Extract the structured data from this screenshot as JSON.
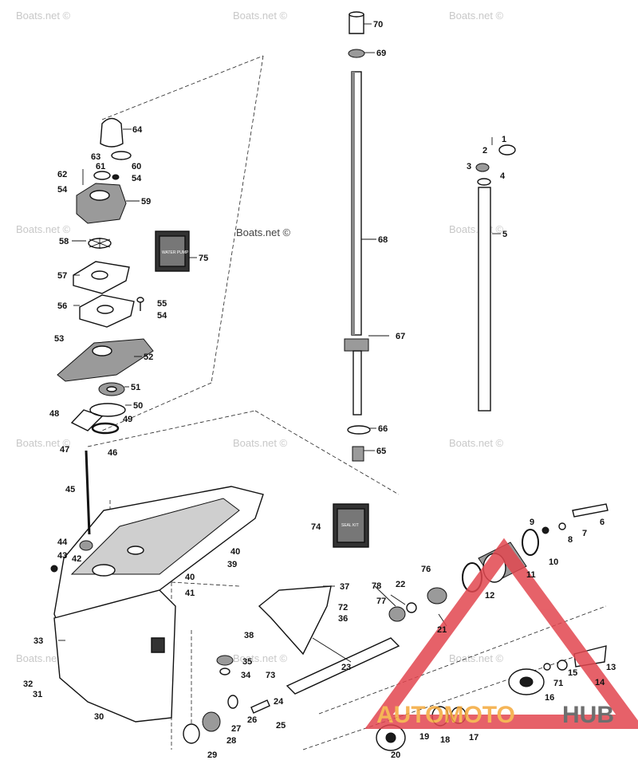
{
  "watermark": "Boats.net ©",
  "logo": {
    "text_color_part": "AUTOMOTO",
    "text_dark_part": "HUB",
    "accent_color": "#f4a93a",
    "triangle_color": "#e2464f",
    "dark_color": "#555555"
  },
  "kits": {
    "water_pump": "WATER PUMP KIT",
    "seal": "SEAL KIT"
  },
  "callouts": {
    "c1": "1",
    "c2": "2",
    "c3": "3",
    "c4": "4",
    "c5": "5",
    "c6": "6",
    "c7": "7",
    "c8": "8",
    "c9": "9",
    "c10": "10",
    "c11": "11",
    "c12": "12",
    "c13": "13",
    "c14": "14",
    "c15": "15",
    "c16": "16",
    "c17": "17",
    "c18": "18",
    "c19": "19",
    "c20": "20",
    "c21": "21",
    "c22": "22",
    "c23": "23",
    "c24": "24",
    "c25": "25",
    "c26": "26",
    "c27": "27",
    "c28": "28",
    "c29": "29",
    "c30": "30",
    "c31": "31",
    "c32": "32",
    "c33": "33",
    "c34": "34",
    "c35": "35",
    "c36": "36",
    "c37": "37",
    "c38": "38",
    "c39": "39",
    "c40a": "40",
    "c40b": "40",
    "c41": "41",
    "c42": "42",
    "c43": "43",
    "c44": "44",
    "c45": "45",
    "c46": "46",
    "c47": "47",
    "c48": "48",
    "c49": "49",
    "c50": "50",
    "c51": "51",
    "c52": "52",
    "c53": "53",
    "c54a": "54",
    "c54b": "54",
    "c54c": "54",
    "c55": "55",
    "c56": "56",
    "c57": "57",
    "c58": "58",
    "c59": "59",
    "c60": "60",
    "c61": "61",
    "c62": "62",
    "c63": "63",
    "c64": "64",
    "c65": "65",
    "c66": "66",
    "c67": "67",
    "c68": "68",
    "c69": "69",
    "c70": "70",
    "c71": "71",
    "c72": "72",
    "c73": "73",
    "c74": "74",
    "c75": "75",
    "c76": "76",
    "c77": "77",
    "c78": "78"
  }
}
